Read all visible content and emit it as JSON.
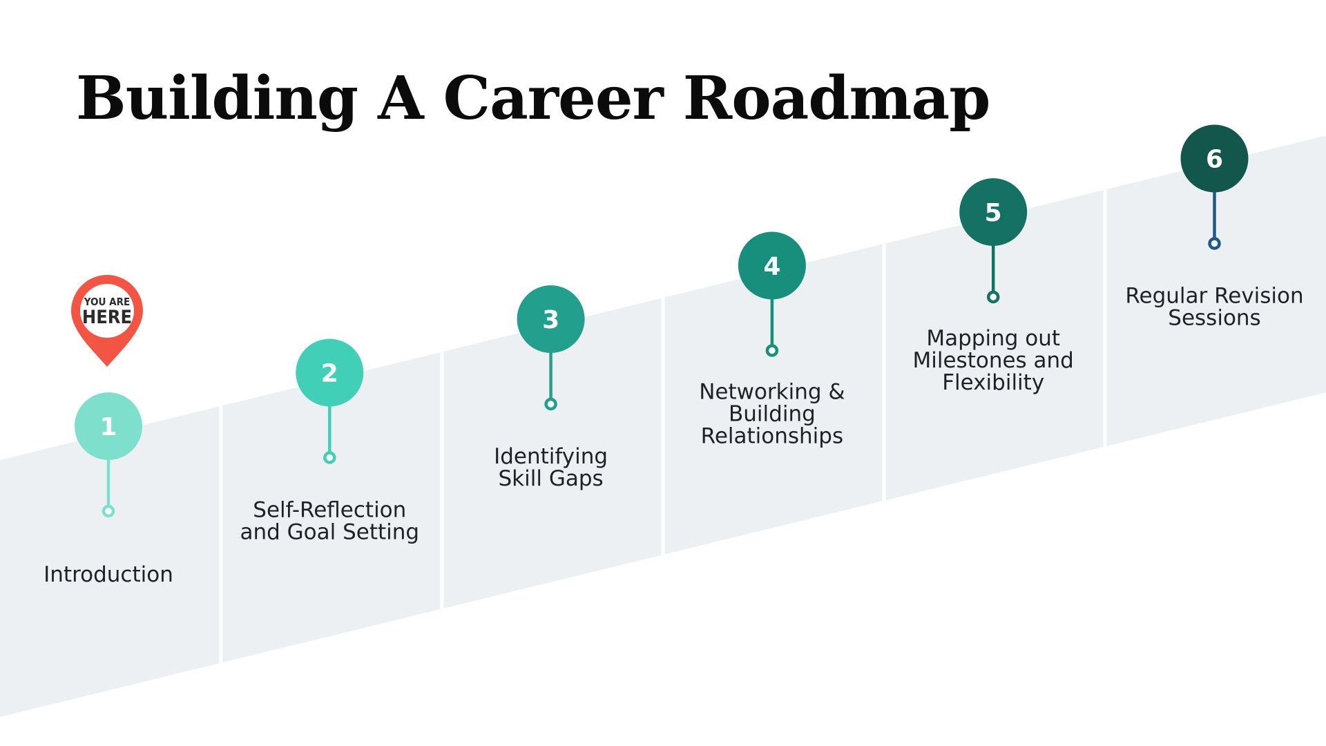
{
  "title": "Building A Career Roadmap",
  "marker": {
    "line1": "YOU ARE",
    "line2": "HERE",
    "color": "#f25543"
  },
  "steps": [
    {
      "number": "1",
      "label_lines": [
        "Introduction"
      ],
      "color": "#7fdfcd"
    },
    {
      "number": "2",
      "label_lines": [
        "Self-Reflection",
        "and Goal Setting"
      ],
      "color": "#42cfb7"
    },
    {
      "number": "3",
      "label_lines": [
        "Identifying",
        "Skill Gaps"
      ],
      "color": "#239f8e"
    },
    {
      "number": "4",
      "label_lines": [
        "Networking &",
        "Building",
        "Relationships"
      ],
      "color": "#188e7c"
    },
    {
      "number": "5",
      "label_lines": [
        "Mapping out",
        "Milestones and",
        "Flexibility"
      ],
      "color": "#147163"
    },
    {
      "number": "6",
      "label_lines": [
        "Regular Revision",
        "Sessions"
      ],
      "color": "#13574c",
      "stem_color": "#1d5a8a"
    }
  ],
  "colors": {
    "band": "#edf0f2",
    "label_text": "#1e2126",
    "title_text": "#0b0b0b"
  }
}
